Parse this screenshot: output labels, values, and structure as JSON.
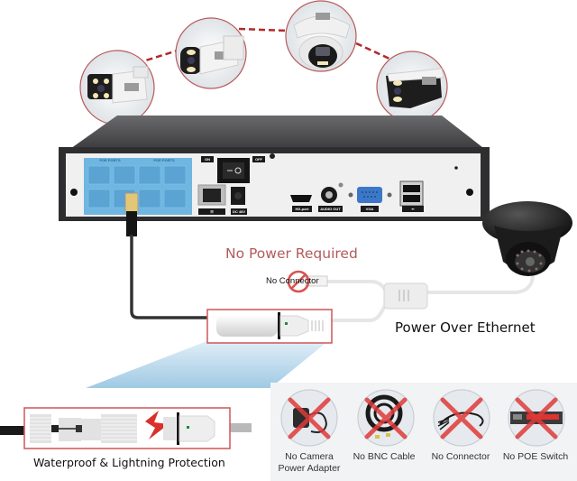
{
  "diagram": {
    "title": "PoE NVR Camera System",
    "nvr": {
      "switch_labels": {
        "on": "ON",
        "off": "OFF"
      },
      "poe_group_labels": [
        "POE PORTS",
        "POE PORTS"
      ],
      "port_labels": [
        "DC 48V",
        "HD-port",
        "AUDIO OUT",
        "VGA"
      ],
      "lan_icon": "network-icon",
      "usb_icon": "usb-icon"
    },
    "cameras": [
      {
        "type": "bullet",
        "name": "bullet-camera-1"
      },
      {
        "type": "bullet",
        "name": "bullet-camera-2"
      },
      {
        "type": "dome",
        "name": "turret-camera"
      },
      {
        "type": "bullet",
        "name": "bullet-camera-3"
      }
    ],
    "no_power_heading": "No Power Required",
    "no_connector_label": "No Connector",
    "poe_label": "Power Over Ethernet",
    "protection_label": "Waterproof & Lightning Protection",
    "not_needed_items": [
      {
        "label_line1": "No Camera",
        "label_line2": "Power Adapter",
        "icon": "power-adapter-icon"
      },
      {
        "label_line1": "No BNC Cable",
        "label_line2": "",
        "icon": "bnc-cable-icon"
      },
      {
        "label_line1": "No Connector",
        "label_line2": "",
        "icon": "splitter-connector-icon"
      },
      {
        "label_line1": "No POE Switch",
        "label_line2": "",
        "icon": "poe-switch-icon"
      }
    ],
    "colors": {
      "accent_red": "#c8343a",
      "heading_red": "#b25a5a",
      "poe_blue": "#6fb6e0",
      "nvr_body": "#2e2e30",
      "panel": "#f3f3f3"
    }
  }
}
